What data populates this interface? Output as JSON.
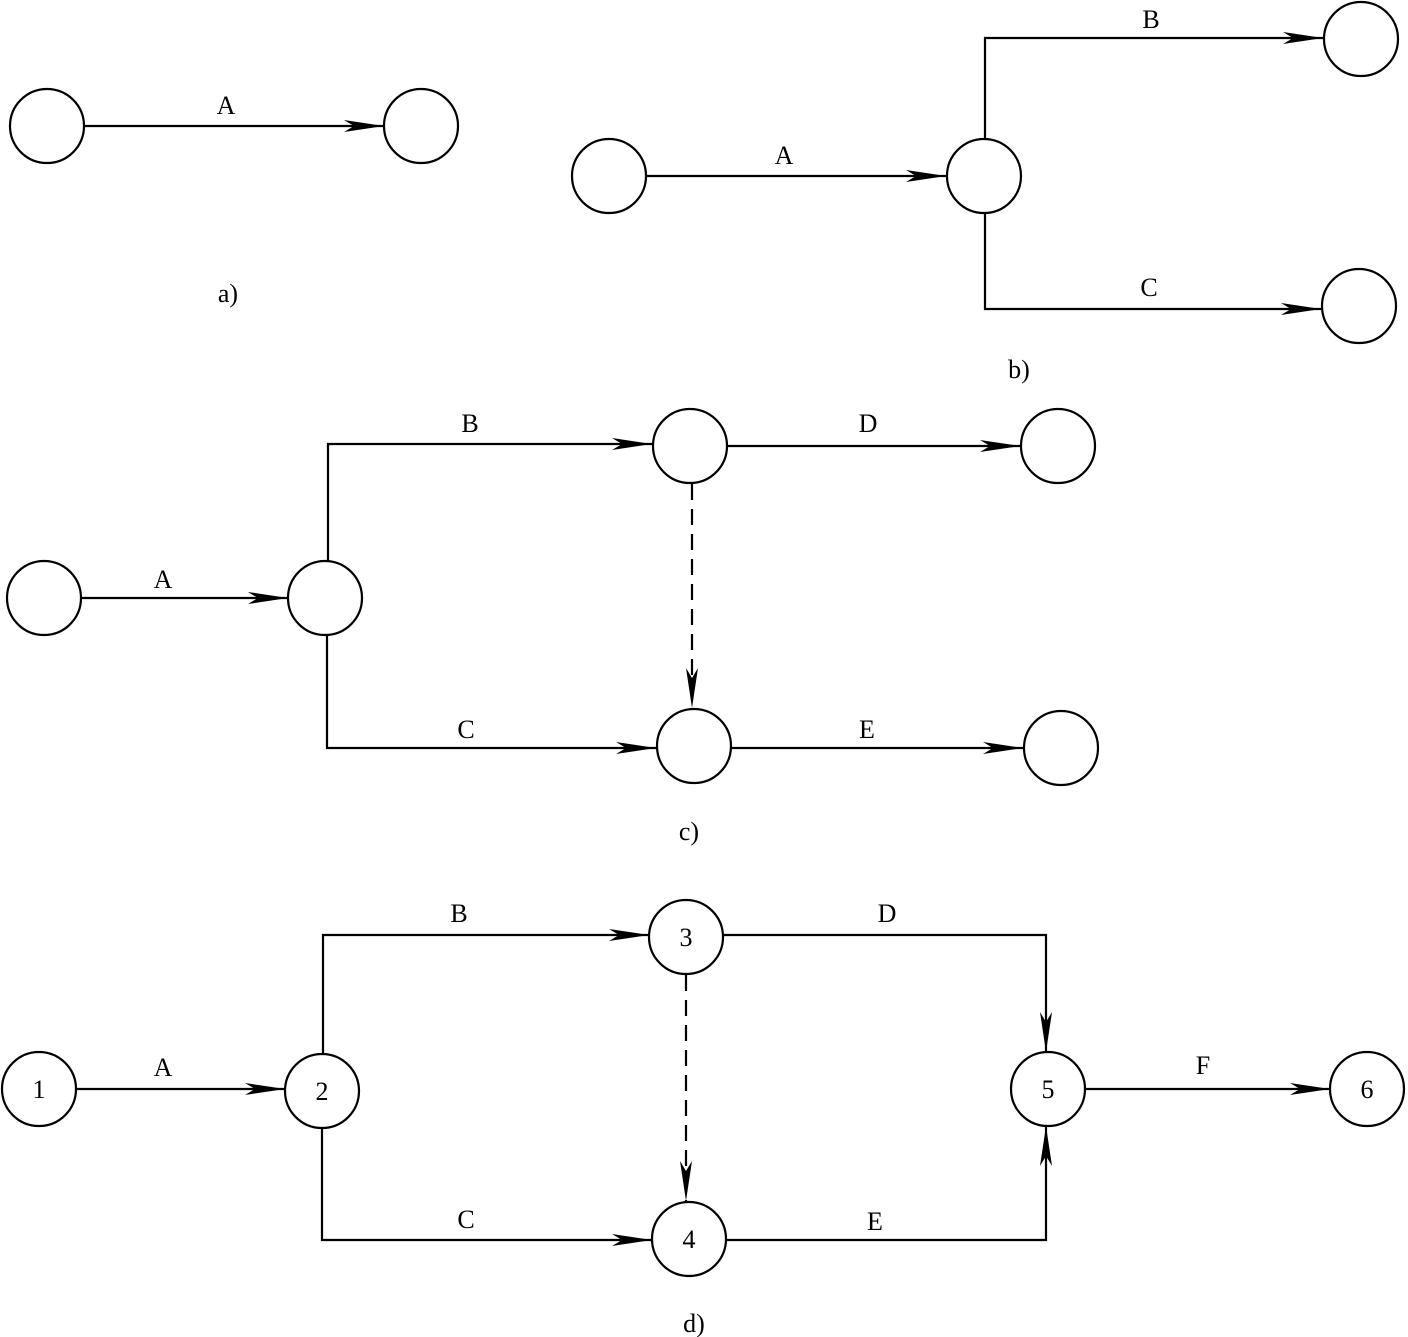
{
  "panels": {
    "a": {
      "caption": "a)",
      "activities": {
        "A": "A"
      }
    },
    "b": {
      "caption": "b)",
      "activities": {
        "A": "A",
        "B": "B",
        "C": "C"
      }
    },
    "c": {
      "caption": "c)",
      "activities": {
        "A": "A",
        "B": "B",
        "C": "C",
        "D": "D",
        "E": "E"
      }
    },
    "d": {
      "caption": "d)",
      "activities": {
        "A": "A",
        "B": "B",
        "C": "C",
        "D": "D",
        "E": "E",
        "F": "F"
      },
      "nodes": {
        "n1": "1",
        "n2": "2",
        "n3": "3",
        "n4": "4",
        "n5": "5",
        "n6": "6"
      }
    }
  }
}
